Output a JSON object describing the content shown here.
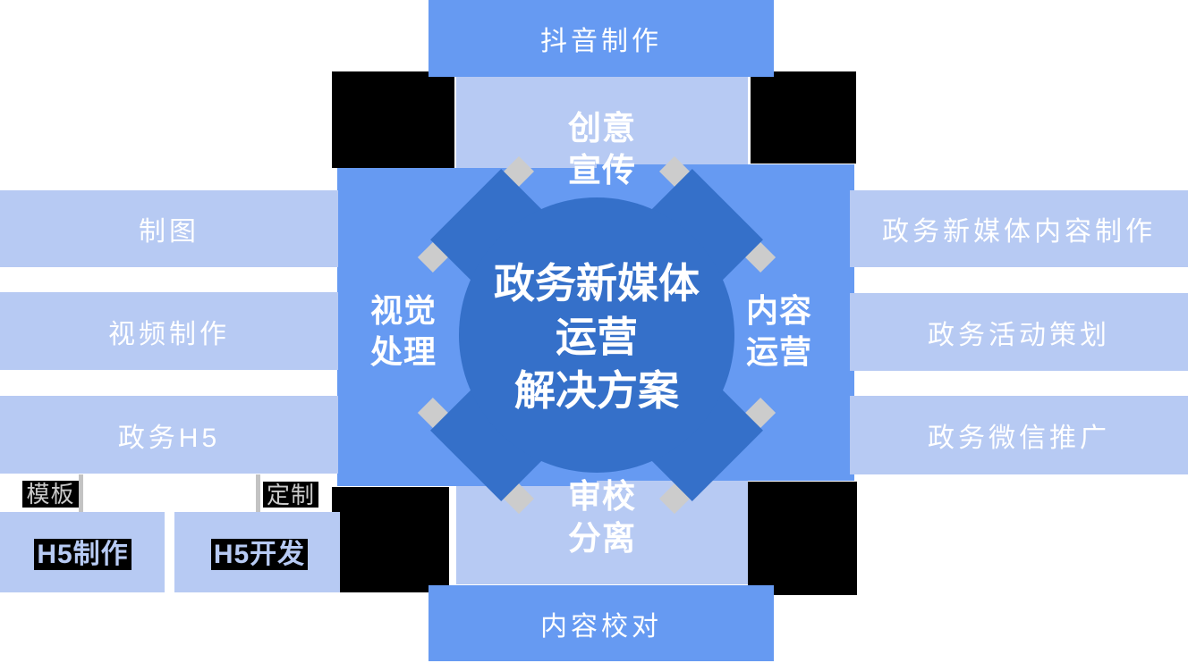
{
  "center": {
    "line1": "政务新媒体",
    "line2": "运营",
    "line3": "解决方案"
  },
  "petals": {
    "top": {
      "line1": "创意",
      "line2": "宣传"
    },
    "right": {
      "line1": "内容",
      "line2": "运营"
    },
    "bottom": {
      "line1": "审校",
      "line2": "分离"
    },
    "left": {
      "line1": "视觉",
      "line2": "处理"
    }
  },
  "boxes": {
    "top": "抖音制作",
    "bottom": "内容校对",
    "left": [
      "制图",
      "视频制作",
      "政务H5"
    ],
    "right": [
      "政务新媒体内容制作",
      "政务活动策划",
      "政务微信推广"
    ]
  },
  "h5_branch": {
    "left_tag": "模板",
    "right_tag": "定制",
    "left_box": "H5制作",
    "right_box": "H5开发"
  },
  "colors": {
    "dark_blue": "#3570c9",
    "medium_blue": "#669af2",
    "light_blue": "#b7caf3",
    "gray_band": "#cccccc",
    "tag_text_gray": "#c9c9c9",
    "artifact_black": "#000000",
    "background": "#ffffff",
    "text_white": "#ffffff"
  }
}
